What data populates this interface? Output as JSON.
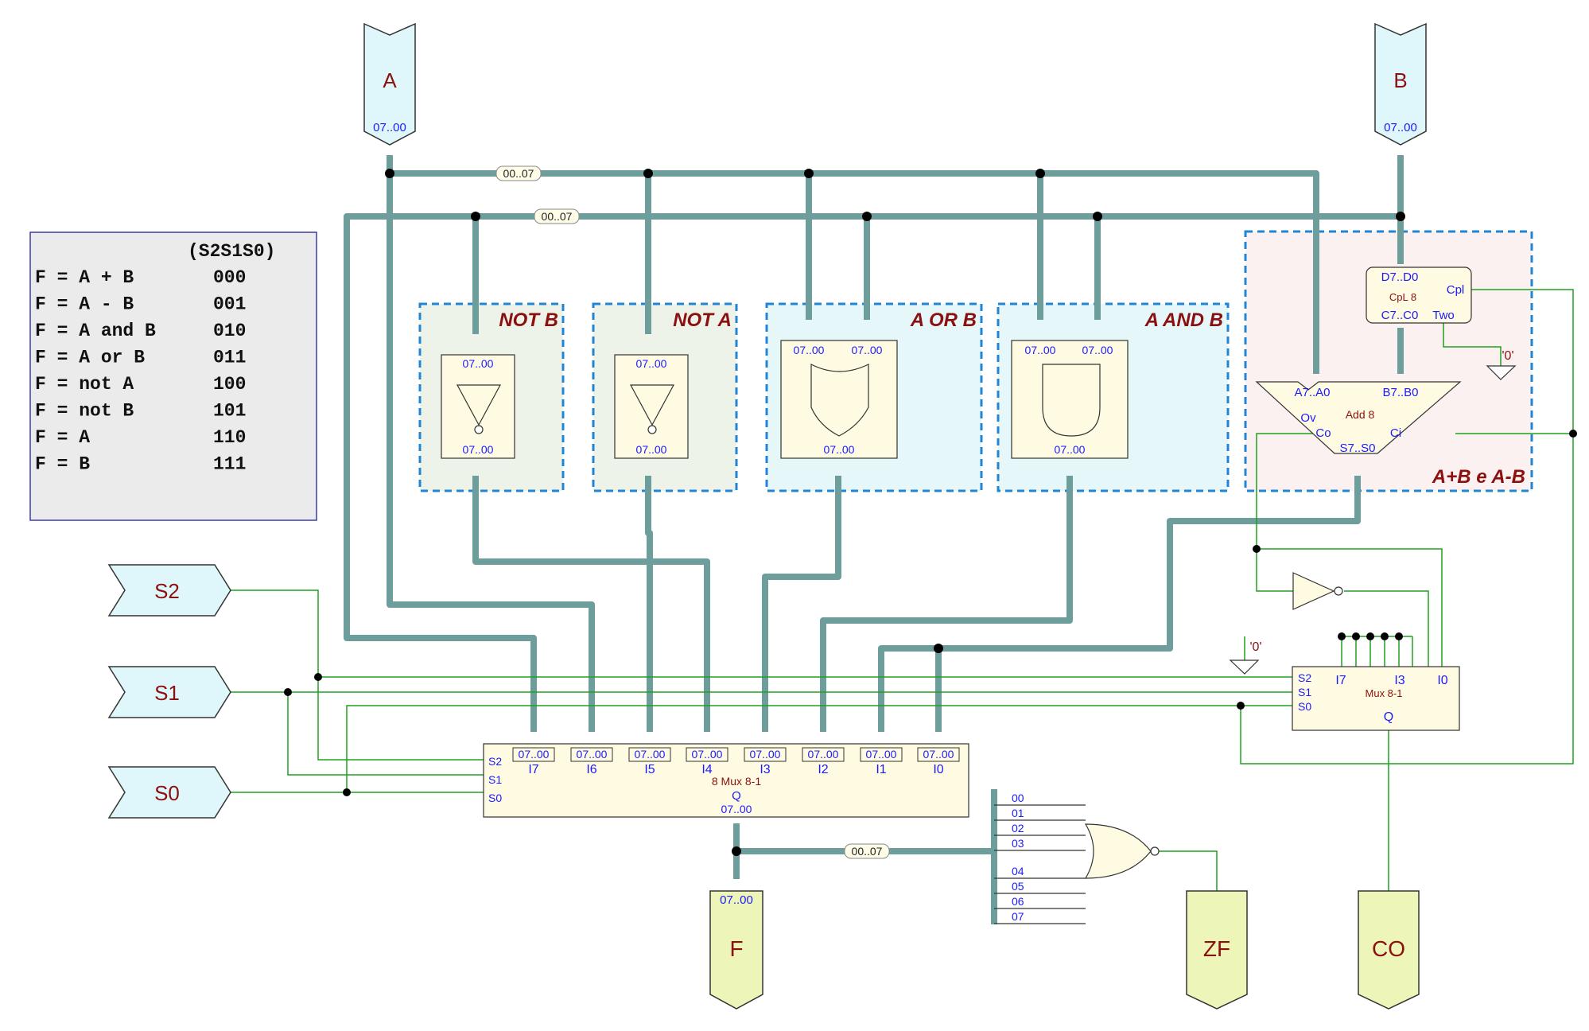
{
  "truth_table": {
    "header": "(S2S1S0)",
    "rows": [
      {
        "f": "F = A + B",
        "code": "000"
      },
      {
        "f": "F = A - B",
        "code": "001"
      },
      {
        "f": "F = A and B",
        "code": "010"
      },
      {
        "f": "F = A or B",
        "code": "011"
      },
      {
        "f": "F = not A",
        "code": "100"
      },
      {
        "f": "F = not B",
        "code": "101"
      },
      {
        "f": "F = A",
        "code": "110"
      },
      {
        "f": "F = B",
        "code": "111"
      }
    ]
  },
  "inputs": {
    "a": "A",
    "b": "B",
    "s2": "S2",
    "s1": "S1",
    "s0": "S0"
  },
  "outputs": {
    "f": "F",
    "zf": "ZF",
    "co": "CO"
  },
  "bus_range": "07..00",
  "bus_tags": {
    "top_a": "00..07",
    "top_b": "00..07",
    "output": "00..07"
  },
  "blocks": {
    "not_b": "NOT B",
    "not_a": "NOT A",
    "a_or_b": "A OR B",
    "a_and_b": "A AND B",
    "adder": "A+B e A-B"
  },
  "complementer": {
    "d": "D7..D0",
    "c": "C7..C0",
    "name": "CpL 8",
    "cpl": "Cpl",
    "two": "Two"
  },
  "adder": {
    "a": "A7..A0",
    "b": "B7..B0",
    "name": "Add 8",
    "ov": "Ov",
    "co": "Co",
    "s": "S7..S0",
    "ci": "Ci"
  },
  "ground": "'0'",
  "mux_main": {
    "name": "8 Mux 8-1",
    "q": "Q",
    "inputs": [
      "I7",
      "I6",
      "I5",
      "I4",
      "I3",
      "I2",
      "I1",
      "I0"
    ],
    "selects": [
      "S2",
      "S1",
      "S0"
    ]
  },
  "mux_small": {
    "name": "Mux 8-1",
    "q": "Q",
    "i7": "I7",
    "i3": "I3",
    "i0": "I0",
    "selects": [
      "S2",
      "S1",
      "S0"
    ]
  },
  "nor_bits": [
    "00",
    "01",
    "02",
    "03",
    "04",
    "05",
    "06",
    "07"
  ],
  "colors": {
    "bus": "#6e9e9c",
    "wire": "#1fa01f",
    "label_text": "#8b1010",
    "pin_text": "#1a1aff",
    "dash": "#2185d5",
    "input_fill": "#dff7fa",
    "output_fill": "#eef5b8",
    "comp_fill": "#fffbe2"
  }
}
